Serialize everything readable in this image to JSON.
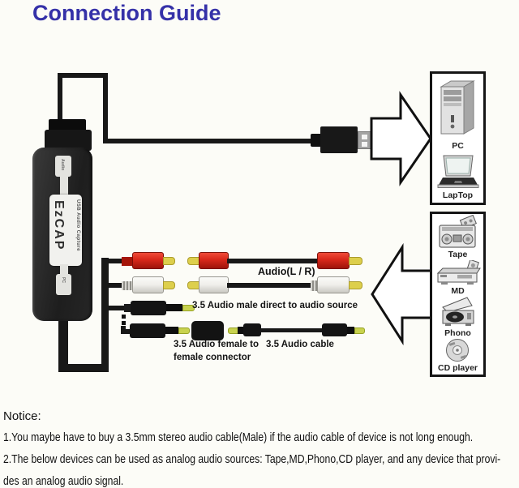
{
  "title": "Connection Guide",
  "colors": {
    "title_blue": "#3531a8",
    "rca_red": "#d7271a",
    "rca_white": "#efeeea",
    "tip_yellow": "#ddcf4c",
    "tip_green": "#c8d24e",
    "cable_black": "#181818"
  },
  "device": {
    "brand": "EzCAP",
    "label": "USB Audio Capture",
    "top_port": "Audio",
    "bottom_port": "PC"
  },
  "computer_box": {
    "items": [
      {
        "name": "pc",
        "label": "PC"
      },
      {
        "name": "laptop",
        "label": "LapTop"
      }
    ]
  },
  "source_box": {
    "items": [
      {
        "name": "tape",
        "label": "Tape"
      },
      {
        "name": "md",
        "label": "MD"
      },
      {
        "name": "phono",
        "label": "Phono"
      },
      {
        "name": "cd-player",
        "label": "CD player"
      }
    ]
  },
  "labels": {
    "audio_lr": "Audio(L / R)",
    "male_direct": "3.5 Audio male direct to audio source",
    "female_line1": "3.5 Audio female to",
    "female_line2": "female connector",
    "audio_cable": "3.5 Audio cable"
  },
  "notice": {
    "heading": "Notice:",
    "lines": [
      "1.You maybe have to buy a 3.5mm stereo audio cable(Male) if the audio cable of device is not long enough.",
      "2.The below devices can be used as analog audio sources: Tape,MD,Phono,CD player, and any device that provi-",
      "des an analog audio signal."
    ]
  }
}
